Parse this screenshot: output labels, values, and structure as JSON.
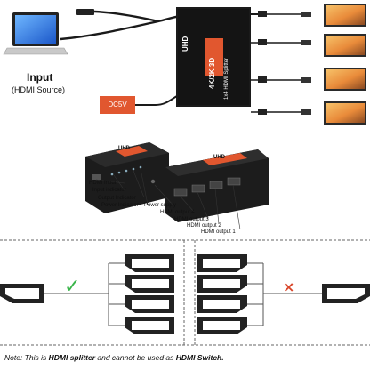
{
  "top_diagram": {
    "input_title": "Input",
    "input_subtitle": "(HDMI Source)",
    "power_label": "DC5V",
    "splitter_uhd": "UHD",
    "splitter_res": "4K/2K 3D",
    "splitter_model": "1x4 HDMI Splitter"
  },
  "device_photo": {
    "uhd_left": "UHD",
    "uhd_right": "UHD",
    "labels": [
      "HDMI Input",
      "Input indicator",
      "Output Indicator",
      "Power Indicator",
      "Power supply",
      "HDMI output 4",
      "HDMI output 3",
      "HDMI output 2",
      "HDMI output 1"
    ]
  },
  "bottom_diagram": {
    "valid_mark": "✓",
    "invalid_mark": "×"
  },
  "note": {
    "prefix": "Note: This is ",
    "strong": "HDMI splitter",
    "middle": " and cannot be used as ",
    "strong2": "HDMI Switch."
  },
  "colors": {
    "accent_red": "#e1572f",
    "check_green": "#3ab54a",
    "cross_red": "#d9472b",
    "device_black": "#1a1a1a"
  }
}
